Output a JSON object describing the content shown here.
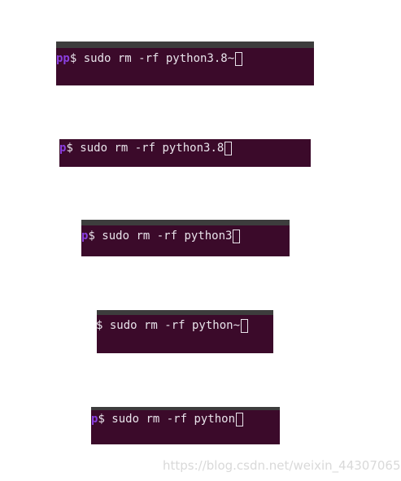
{
  "terminals": [
    {
      "user": "pp",
      "command": "$ sudo rm -rf python3.8~"
    },
    {
      "user": "p",
      "command": "$ sudo rm -rf python3.8"
    },
    {
      "user": "p",
      "command": "$ sudo rm -rf python3"
    },
    {
      "user": "",
      "command": "$ sudo rm -rf python~"
    },
    {
      "user": "p",
      "command": "$ sudo rm -rf python"
    }
  ],
  "watermark": "https://blog.csdn.net/weixin_44307065",
  "colors": {
    "terminal_bg": "#3b0a2a",
    "titlebar": "#3d3d3d",
    "prompt_user": "#8b3fe0",
    "text": "#e8e3ea"
  }
}
